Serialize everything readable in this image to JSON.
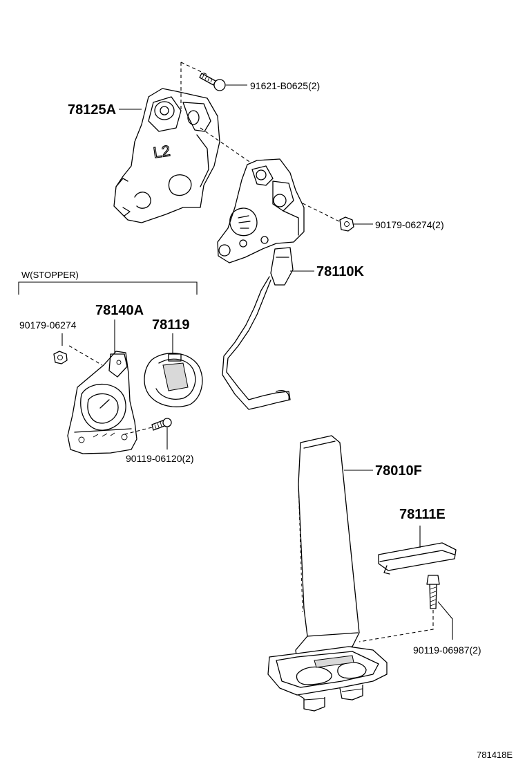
{
  "labels": {
    "p78125A": "78125A",
    "p91621": "91621-B0625(2)",
    "p90179a": "90179-06274(2)",
    "p78110K": "78110K",
    "stopper_group": "W(STOPPER)",
    "p78140A": "78140A",
    "p78119": "78119",
    "p90179b": "90179-06274",
    "p90119a": "90119-06120(2)",
    "p78010F": "78010F",
    "p78111E": "78111E",
    "p90119b": "90119-06987(2)",
    "figure_code": "781418E"
  },
  "icons": [
    "bracket",
    "sensor-lever",
    "stopper",
    "stopper-cover",
    "pedal-pad",
    "pedal-plate",
    "bolt",
    "nut"
  ]
}
